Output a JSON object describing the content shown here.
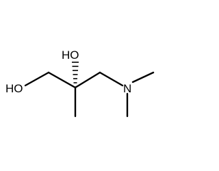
{
  "molecule": {
    "atoms": [
      {
        "id": "o1",
        "element": "O",
        "label": "HO"
      },
      {
        "id": "o2",
        "element": "O",
        "label": "HO"
      },
      {
        "id": "n1",
        "element": "N",
        "label": "N"
      },
      {
        "id": "c_quat",
        "element": "C",
        "label": ""
      },
      {
        "id": "c_ch2o",
        "element": "C",
        "label": ""
      },
      {
        "id": "c_me",
        "element": "C",
        "label": ""
      },
      {
        "id": "c_ch2n",
        "element": "C",
        "label": ""
      },
      {
        "id": "c_nme1",
        "element": "C",
        "label": ""
      },
      {
        "id": "c_nme2",
        "element": "C",
        "label": ""
      }
    ],
    "bonds": [
      {
        "from": "o1",
        "to": "c_ch2o",
        "order": 1,
        "stereo": "none"
      },
      {
        "from": "c_ch2o",
        "to": "c_quat",
        "order": 1,
        "stereo": "none"
      },
      {
        "from": "c_quat",
        "to": "o2",
        "order": 1,
        "stereo": "hashed-wedge"
      },
      {
        "from": "c_quat",
        "to": "c_me",
        "order": 1,
        "stereo": "none"
      },
      {
        "from": "c_quat",
        "to": "c_ch2n",
        "order": 1,
        "stereo": "none"
      },
      {
        "from": "c_ch2n",
        "to": "n1",
        "order": 1,
        "stereo": "none"
      },
      {
        "from": "n1",
        "to": "c_nme1",
        "order": 1,
        "stereo": "none"
      },
      {
        "from": "n1",
        "to": "c_nme2",
        "order": 1,
        "stereo": "none"
      }
    ],
    "colors": {
      "bond": "#000000",
      "label": "#000000",
      "background": "#ffffff"
    }
  }
}
